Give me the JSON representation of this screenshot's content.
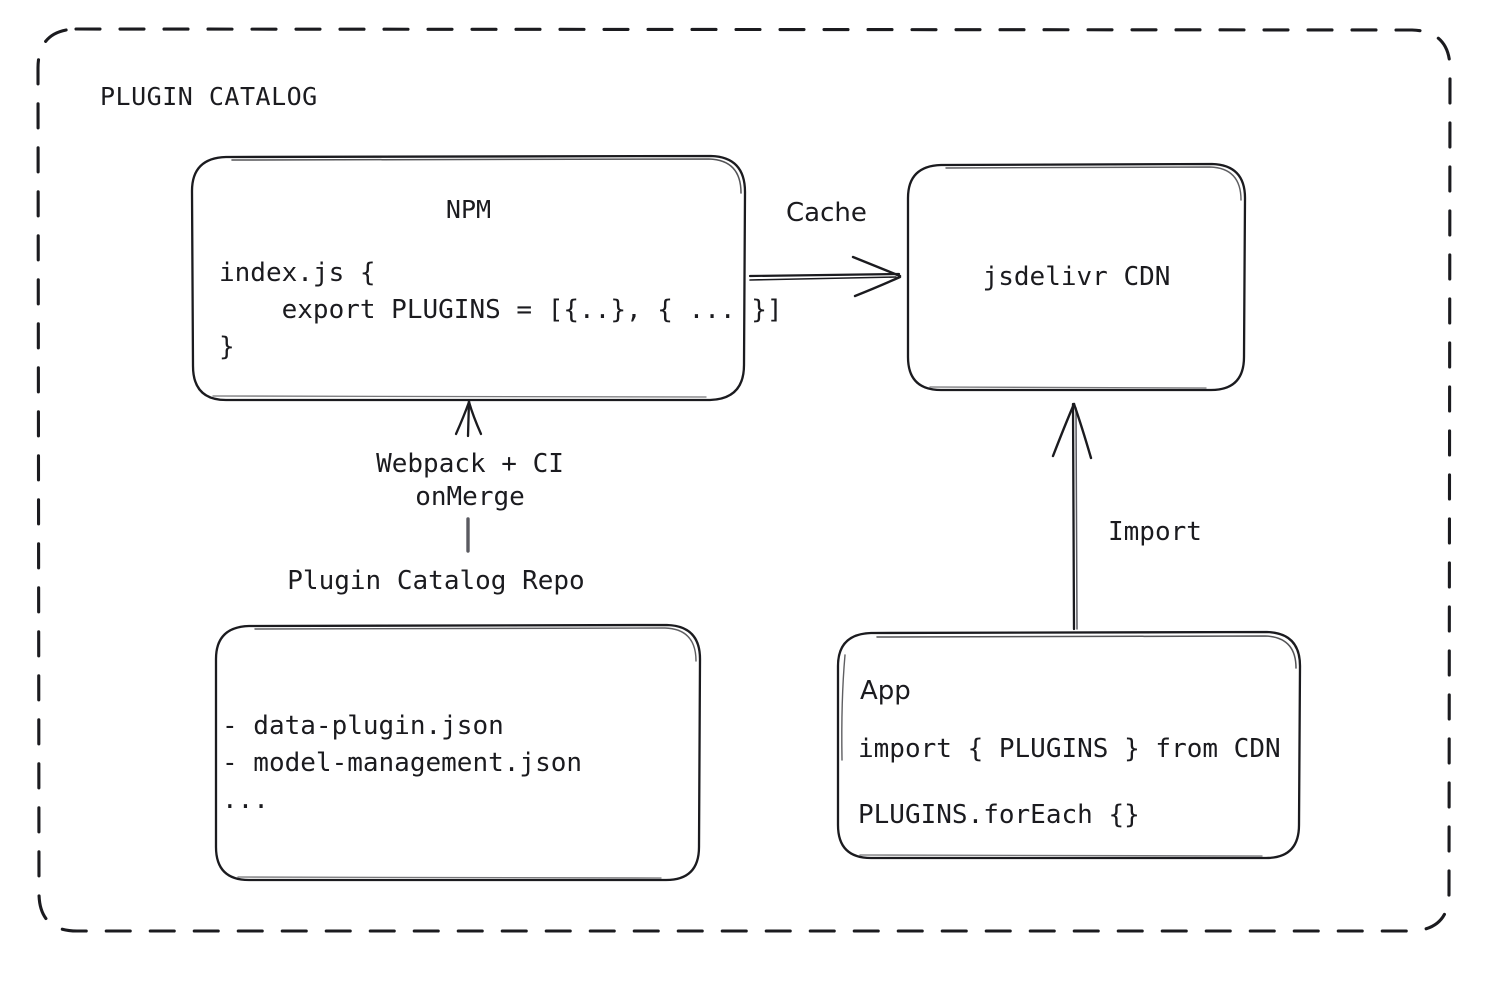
{
  "diagram": {
    "title": "PLUGIN CATALOG",
    "background": "#ffffff",
    "stroke_color": "#1b1b1f",
    "style": "hand-drawn dashed container with rounded solid nodes"
  },
  "nodes": {
    "npm": {
      "name": "NPM",
      "title": "NPM",
      "code_lines": "index.js {\n    export PLUGINS = [{..}, { ... }]\n}"
    },
    "cdn": {
      "name": "jsdelivr CDN",
      "title": "jsdelivr CDN"
    },
    "repo": {
      "name": "Plugin Catalog Repo",
      "caption": "Plugin Catalog Repo",
      "items": "- data-plugin.json\n- model-management.json\n..."
    },
    "app": {
      "name": "App",
      "title": "App",
      "code_line_1": "import { PLUGINS } from CDN",
      "code_line_2": "PLUGINS.forEach {}"
    }
  },
  "edges": {
    "cache": {
      "label": "Cache",
      "from": "NPM",
      "to": "jsdelivr CDN",
      "direction": "right"
    },
    "build": {
      "label": "Webpack + CI\nonMerge",
      "from": "Plugin Catalog Repo",
      "to": "NPM",
      "direction": "up"
    },
    "import": {
      "label": "Import",
      "from": "App",
      "to": "jsdelivr CDN",
      "direction": "up"
    }
  }
}
